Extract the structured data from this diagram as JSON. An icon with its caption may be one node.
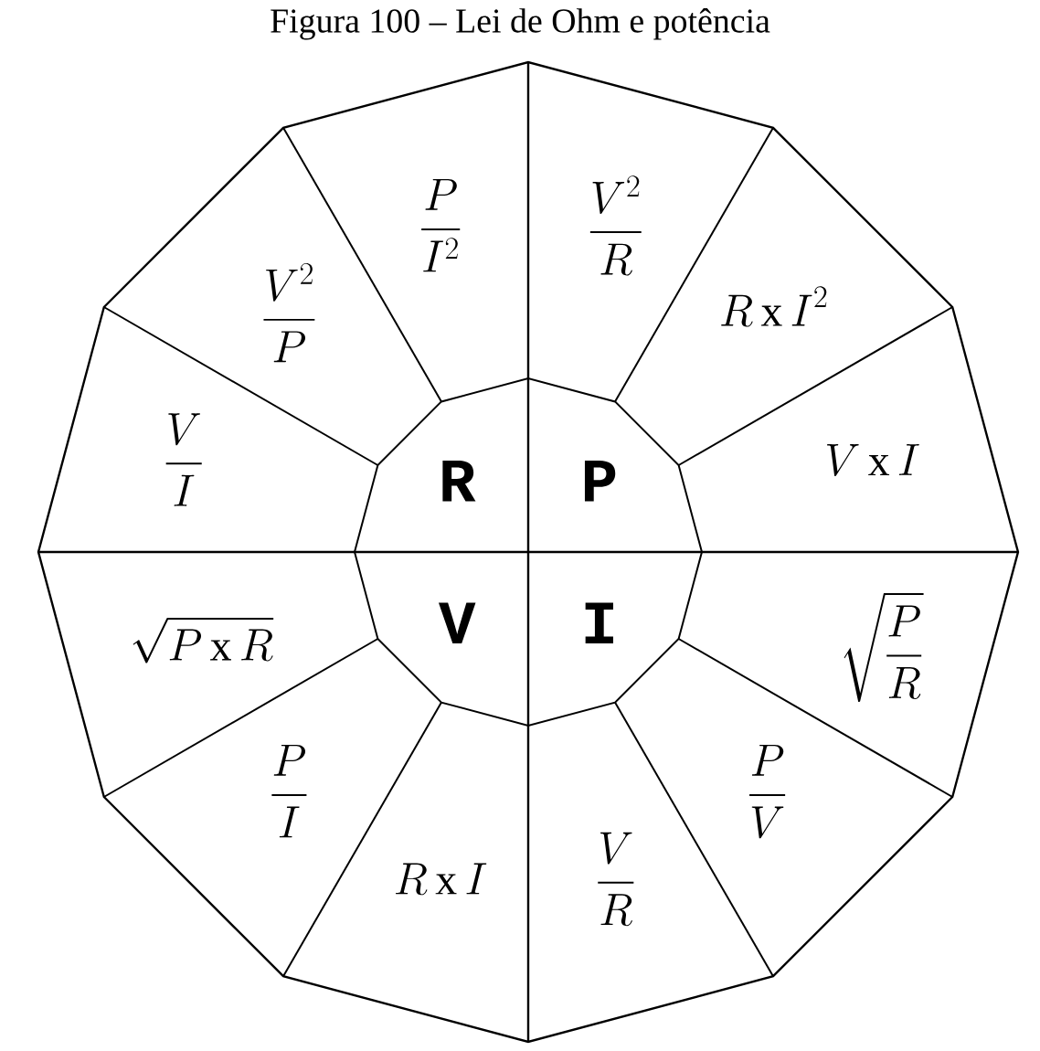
{
  "diagram": {
    "title": "Figura 100 – Lei de Ohm e potência",
    "nodes": [
      {
        "text": [
          "\\frac{P}{I^{2}}"
        ]
      },
      {
        "text": [
          "\\frac{V^{2}}{R}"
        ]
      },
      {
        "text": [
          "\\frac{V^{2}}{P}"
        ]
      },
      {
        "text": [
          "R\\,\\mathrm{x}\\,I^{2}"
        ]
      },
      {
        "text": [
          "\\frac{V}{I}"
        ]
      },
      {
        "text": [
          "R"
        ]
      },
      {
        "text": [
          "P"
        ]
      },
      {
        "text": [
          "V\\,\\mathrm{x}\\,I"
        ]
      },
      {
        "text": [
          "\\sqrt{P\\,\\mathrm{x}\\,R}"
        ]
      },
      {
        "text": [
          "V"
        ]
      },
      {
        "text": [
          "I"
        ]
      },
      {
        "text": [
          "\\sqrt{\\frac{P}{R}}"
        ]
      },
      {
        "text": [
          "\\frac{P}{I}"
        ]
      },
      {
        "text": [
          "\\frac{P}{V}"
        ]
      },
      {
        "text": [
          "R\\,\\mathrm{x}\\,I"
        ]
      },
      {
        "text": [
          "\\frac{V}{R}"
        ]
      }
    ]
  }
}
